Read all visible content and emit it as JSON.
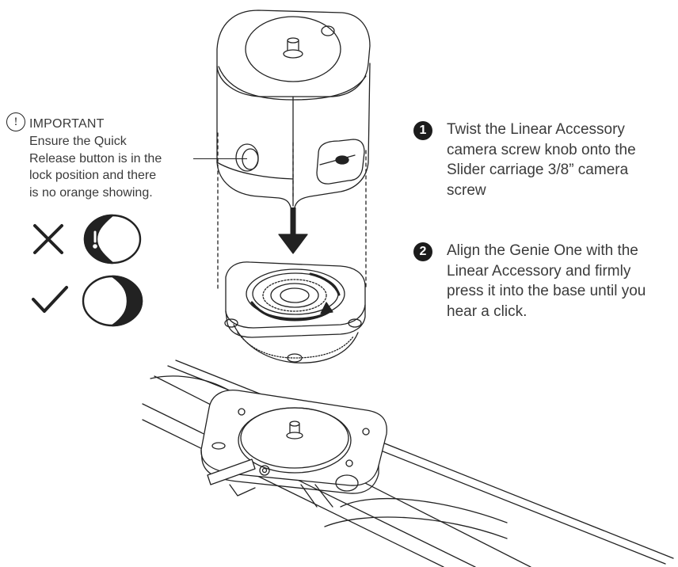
{
  "important": {
    "icon": "exclamation-circle-icon",
    "title": "IMPORTANT",
    "lines": [
      "Ensure the Quick",
      "Release button is in the",
      "lock position and there",
      "is no orange showing."
    ]
  },
  "states": [
    {
      "mark": "x-mark-icon",
      "indicator": "release-button-unlocked-icon",
      "correct": false
    },
    {
      "mark": "check-mark-icon",
      "indicator": "release-button-locked-icon",
      "correct": true
    }
  ],
  "steps": [
    {
      "number": "1",
      "lines": [
        "Twist the Linear Accessory",
        "camera screw knob onto the",
        "Slider carriage 3/8” camera",
        "screw"
      ]
    },
    {
      "number": "2",
      "lines": [
        "Align the Genie One with the",
        "Linear Accessory and firmly",
        "press it into the base until you",
        "hear a click."
      ]
    }
  ],
  "colors": {
    "ink": "#222222",
    "text": "#3b3b3b",
    "fill": "#ffffff"
  }
}
